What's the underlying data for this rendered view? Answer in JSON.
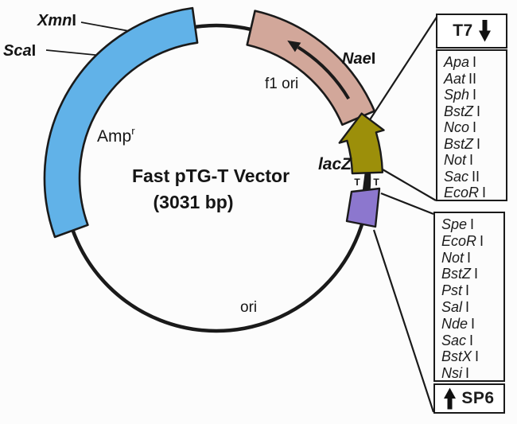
{
  "plasmid": {
    "title_line1": "Fast pTG-T Vector",
    "title_line2": "(3031 bp)",
    "ori_label": "ori",
    "f1_ori_label": "f1 ori",
    "amp_label_base": "Amp",
    "amp_label_sup": "r",
    "lacz_label": "lacZ",
    "t_left": "T",
    "t_right": "T",
    "xmn": {
      "italic": "Xmn",
      "roman": "I"
    },
    "sca": {
      "italic": "Sca",
      "roman": "I"
    },
    "nae": {
      "italic": "Nae",
      "roman": "I"
    }
  },
  "t7_box": {
    "header_label": "T7",
    "header_icon": "thick-down-arrow",
    "sites": [
      {
        "italic": "Apa",
        "roman": "I"
      },
      {
        "italic": "Aat",
        "roman": "II"
      },
      {
        "italic": "Sph",
        "roman": "I"
      },
      {
        "italic": "BstZ",
        "roman": "I"
      },
      {
        "italic": "Nco",
        "roman": "I"
      },
      {
        "italic": "BstZ",
        "roman": "I"
      },
      {
        "italic": "Not",
        "roman": "I"
      },
      {
        "italic": "Sac",
        "roman": "II"
      },
      {
        "italic": "EcoR",
        "roman": "I"
      }
    ]
  },
  "sp6_box": {
    "footer_label": "SP6",
    "footer_icon": "thick-up-arrow",
    "sites": [
      {
        "italic": "Spe",
        "roman": "I"
      },
      {
        "italic": "EcoR",
        "roman": "I"
      },
      {
        "italic": "Not",
        "roman": "I"
      },
      {
        "italic": "BstZ",
        "roman": "I"
      },
      {
        "italic": "Pst",
        "roman": "I"
      },
      {
        "italic": "Sal",
        "roman": "I"
      },
      {
        "italic": "Nde",
        "roman": "I"
      },
      {
        "italic": "Sac",
        "roman": "I"
      },
      {
        "italic": "BstX",
        "roman": "I"
      },
      {
        "italic": "Nsi",
        "roman": "I"
      }
    ]
  },
  "colors": {
    "backbone": "#1a1a1a",
    "amp_arc": "#61b2e8",
    "f1_arc": "#d2a79a",
    "lacz_arrow": "#9c8f0a",
    "mcs_box": "#8c77ce",
    "list_bg": "#e3e3e3"
  }
}
